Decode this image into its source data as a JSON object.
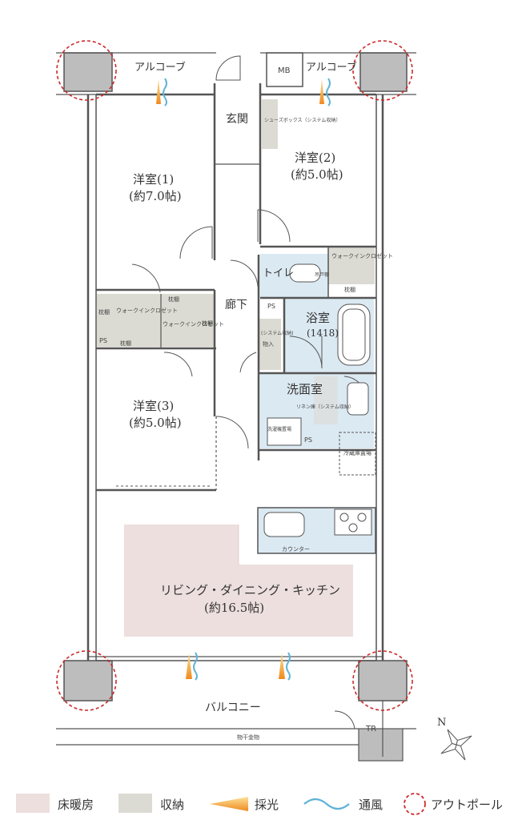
{
  "rooms": {
    "alcove_left": "アルコーブ",
    "alcove_right": "アルコーブ",
    "mb": "MB",
    "entrance": "玄関",
    "shoe_box": "シューズボックス（システム収納）",
    "bed2_name": "洋室(2)",
    "bed2_size": "(約5.0帖)",
    "bed1_name": "洋室(1)",
    "bed1_size": "(約7.0帖)",
    "toilet": "トイレ",
    "toilet_shelf": "吊戸棚",
    "walkin_closet_right": "ウォークインクロゼット",
    "shelf_right": "枕棚",
    "hall": "廊下",
    "ps_hall": "PS",
    "bath_name": "浴室",
    "bath_size": "(1418)",
    "system_storage": "(システム収納)",
    "storage_label": "物入",
    "walkin_closet_left1": "ウォークインクロゼット",
    "walkin_closet_left2": "ウォークインクロゼット",
    "shelf_a": "枕棚",
    "shelf_b": "枕棚",
    "shelf_c": "枕棚",
    "shelf_d": "枕棚",
    "ps_left": "PS",
    "washroom": "洗面室",
    "linen_shelf": "リネン庫（システム収納）",
    "washer_area": "洗濯機置場",
    "ps_wash": "PS",
    "fridge": "冷蔵庫置場",
    "bed3_name": "洋室(3)",
    "bed3_size": "(約5.0帖)",
    "counter": "カウンター",
    "ldk_name": "リビング・ダイニング・キッチン",
    "ldk_size": "(約16.5帖)",
    "balcony": "バルコニー",
    "tr": "TR",
    "laundry_rail": "物干金物",
    "north": "N"
  },
  "legend": [
    {
      "label": "床暖房",
      "icon": "floor-heating-swatch",
      "color": "#ecdfdd"
    },
    {
      "label": "収納",
      "icon": "storage-swatch",
      "color": "#dcdbd3"
    },
    {
      "label": "採光",
      "icon": "daylight-icon",
      "color": "#f2a13a"
    },
    {
      "label": "通風",
      "icon": "ventilation-icon",
      "color": "#5fb3d6"
    },
    {
      "label": "アウトポール",
      "icon": "out-pole-icon",
      "color": "#cc2a2a"
    }
  ],
  "colors": {
    "floor_heating": "#ecdfdd",
    "storage": "#dcdbd3",
    "wet_area": "#dbe9f2",
    "wall": "#555555",
    "pillar": "#bdbdbd",
    "out_pole": "#cc2a2a"
  }
}
